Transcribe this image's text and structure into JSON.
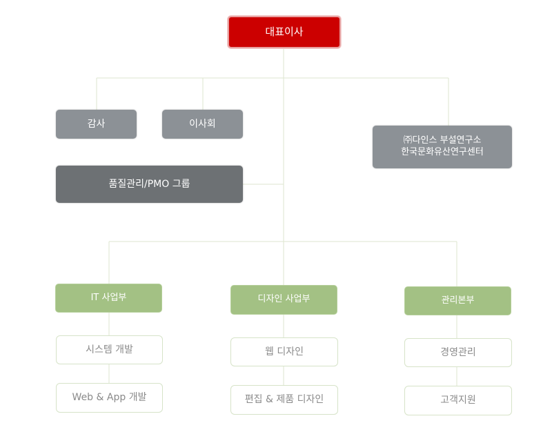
{
  "ceo": {
    "label": "대표이사"
  },
  "advisory": {
    "audit": "감사",
    "board": "이사회",
    "quality": "품질관리/PMO 그룹",
    "research_line1": "㈜다인스 부설연구소",
    "research_line2": "한국문화유산연구센터"
  },
  "divisions": [
    {
      "label": "IT 사업부",
      "teams": [
        "시스템 개발",
        "Web & App 개발"
      ]
    },
    {
      "label": "디자인 사업부",
      "teams": [
        "웹 디자인",
        "편집 & 제품 디자인"
      ]
    },
    {
      "label": "관리본부",
      "teams": [
        "경영관리",
        "고객지원"
      ]
    }
  ],
  "colors": {
    "ceo": "#cc0000",
    "advisory": "#8c9196",
    "quality": "#6d7174",
    "division": "#a3c184",
    "team_border": "#d6e3c8",
    "line": "#dde6cf"
  }
}
